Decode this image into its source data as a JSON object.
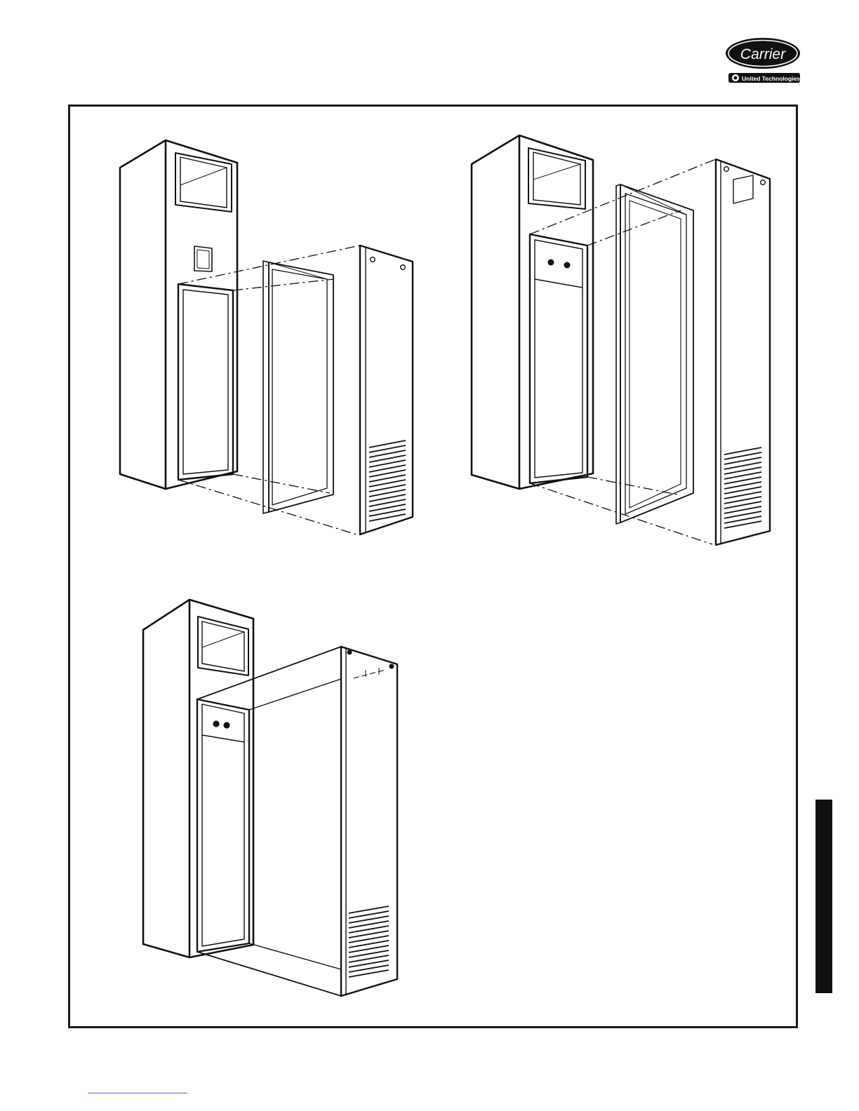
{
  "brand": {
    "name": "Carrier",
    "tagline": "United Technologies",
    "colors": {
      "ink": "#111111",
      "paper": "#ffffff"
    }
  },
  "figures": [
    {
      "id": "top-left",
      "panels": [
        "louvered-panel",
        "gasket-frame"
      ]
    },
    {
      "id": "top-right",
      "panels": [
        "louvered-panel",
        "gasket-frame"
      ]
    },
    {
      "id": "bottom-left",
      "panels": [
        "louvered-panel"
      ]
    }
  ],
  "side_tab": {
    "color": "#111111"
  },
  "footer_link": {
    "color": "#5470c8"
  }
}
